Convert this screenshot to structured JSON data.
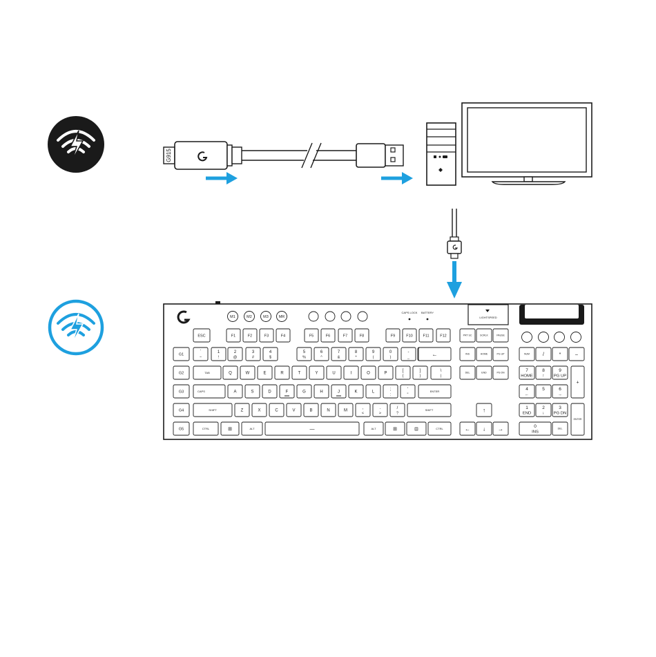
{
  "colors": {
    "accent": "#1ea0df",
    "ink": "#1a1a1a",
    "badge_dark": "#1a1a1a"
  },
  "icons": {
    "wired_mode": "lightspeed-wired-icon",
    "wireless_mode": "lightspeed-wireless-icon",
    "logo": "logitech-g-icon"
  },
  "receiver": {
    "label": "G915"
  },
  "keyboard": {
    "macro_keys": [
      "M1",
      "M2",
      "M3",
      "MR"
    ],
    "indicators": [
      "CAPS LOCK",
      "BATTERY"
    ],
    "lightspeed_button": "LIGHTSPEED",
    "rows": {
      "fn": [
        "ESC",
        "F1",
        "F2",
        "F3",
        "F4",
        "F5",
        "F6",
        "F7",
        "F8",
        "F9",
        "F10",
        "F11",
        "F12"
      ],
      "nav_top": [
        "PRT SC",
        "SCRLK",
        "PAUSE"
      ],
      "g_keys": [
        "G1",
        "G2",
        "G3",
        "G4",
        "G5"
      ],
      "number_top": [
        "`",
        "1",
        "2",
        "3",
        "4",
        "5",
        "6",
        "7",
        "8",
        "9",
        "0",
        "-",
        "="
      ],
      "number_bottom": [
        "~",
        "!",
        "@",
        "#",
        "$",
        "%",
        "^",
        "&",
        "*",
        "(",
        ")",
        "_",
        "+"
      ],
      "backspace": "←",
      "tab": "TAB",
      "qwerty": [
        "Q",
        "W",
        "E",
        "R",
        "T",
        "Y",
        "U",
        "I",
        "O",
        "P"
      ],
      "bracket_keys": [
        "[",
        "]",
        "\\"
      ],
      "bracket_shift": [
        "{",
        "}",
        "|"
      ],
      "caps": "CAPS",
      "asdf": [
        "A",
        "S",
        "D",
        "F",
        "G",
        "H",
        "J",
        "K",
        "L"
      ],
      "semi_keys": [
        ";",
        "'"
      ],
      "semi_shift": [
        ":",
        "\""
      ],
      "enter": "ENTER",
      "shift": "SHIFT",
      "zxcv": [
        "Z",
        "X",
        "C",
        "V",
        "B",
        "N",
        "M"
      ],
      "punct_keys": [
        ",",
        ".",
        "/"
      ],
      "punct_shift": [
        "<",
        ">",
        "?"
      ],
      "ctrl": "CTRL",
      "alt": "ALT",
      "nav_mid": [
        "INS",
        "HOME",
        "PG UP",
        "DEL",
        "END",
        "PG DN"
      ],
      "arrows": [
        "↑",
        "←",
        "↓",
        "→"
      ],
      "numpad_top": [
        "NUM",
        "/",
        "*",
        "–"
      ],
      "numpad": [
        "7",
        "8",
        "9",
        "4",
        "5",
        "6",
        "1",
        "2",
        "3",
        "0"
      ],
      "numpad_sub": [
        "HOME",
        "↑",
        "PG UP",
        "←",
        "",
        "→",
        "END",
        "↓",
        "PG DN",
        "INS"
      ],
      "numpad_plus": "+",
      "numpad_enter": "ENTER",
      "numpad_del": "DEL"
    }
  }
}
